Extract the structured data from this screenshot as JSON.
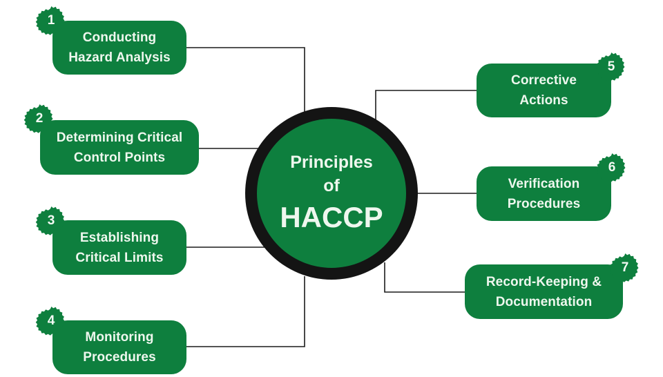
{
  "diagram": {
    "center": {
      "line1": "Principles",
      "line2": "of",
      "line3": "HACCP"
    },
    "colors": {
      "node_fill": "#0e7f3e",
      "hub_ring": "#141414",
      "text": "#eef7ee",
      "connector": "#1a1a1a"
    },
    "principles": [
      {
        "number": "1",
        "label": "Conducting\nHazard Analysis",
        "side": "left"
      },
      {
        "number": "2",
        "label": "Determining Critical\nControl Points",
        "side": "left"
      },
      {
        "number": "3",
        "label": "Establishing\nCritical Limits",
        "side": "left"
      },
      {
        "number": "4",
        "label": "Monitoring\nProcedures",
        "side": "left"
      },
      {
        "number": "5",
        "label": "Corrective\nActions",
        "side": "right"
      },
      {
        "number": "6",
        "label": "Verification\nProcedures",
        "side": "right"
      },
      {
        "number": "7",
        "label": "Record-Keeping &\nDocumentation",
        "side": "right"
      }
    ]
  }
}
